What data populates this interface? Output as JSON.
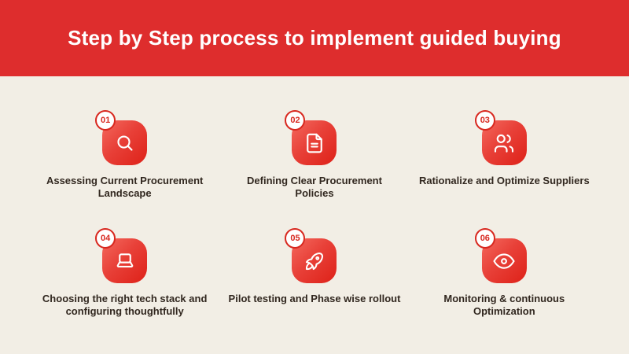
{
  "header": {
    "title": "Step by Step process to implement guided buying"
  },
  "steps": [
    {
      "number": "01",
      "icon": "search-icon",
      "label": "Assessing Current Procurement Landscape"
    },
    {
      "number": "02",
      "icon": "document-icon",
      "label": "Defining Clear Procurement Policies"
    },
    {
      "number": "03",
      "icon": "users-icon",
      "label": "Rationalize and Optimize Suppliers"
    },
    {
      "number": "04",
      "icon": "laptop-icon",
      "label": "Choosing the right tech stack and configuring thoughtfully"
    },
    {
      "number": "05",
      "icon": "rocket-icon",
      "label": "Pilot testing and Phase wise rollout"
    },
    {
      "number": "06",
      "icon": "eye-icon",
      "label": "Monitoring & continuous Optimization"
    }
  ],
  "colors": {
    "banner_red": "#de2d2d",
    "bg_cream": "#f2eee5",
    "tile_grad_start": "#f4695e",
    "tile_grad_end": "#de2118",
    "badge_red": "#d8281f",
    "label_text": "#31271f",
    "icon_stroke": "#ffffff"
  }
}
